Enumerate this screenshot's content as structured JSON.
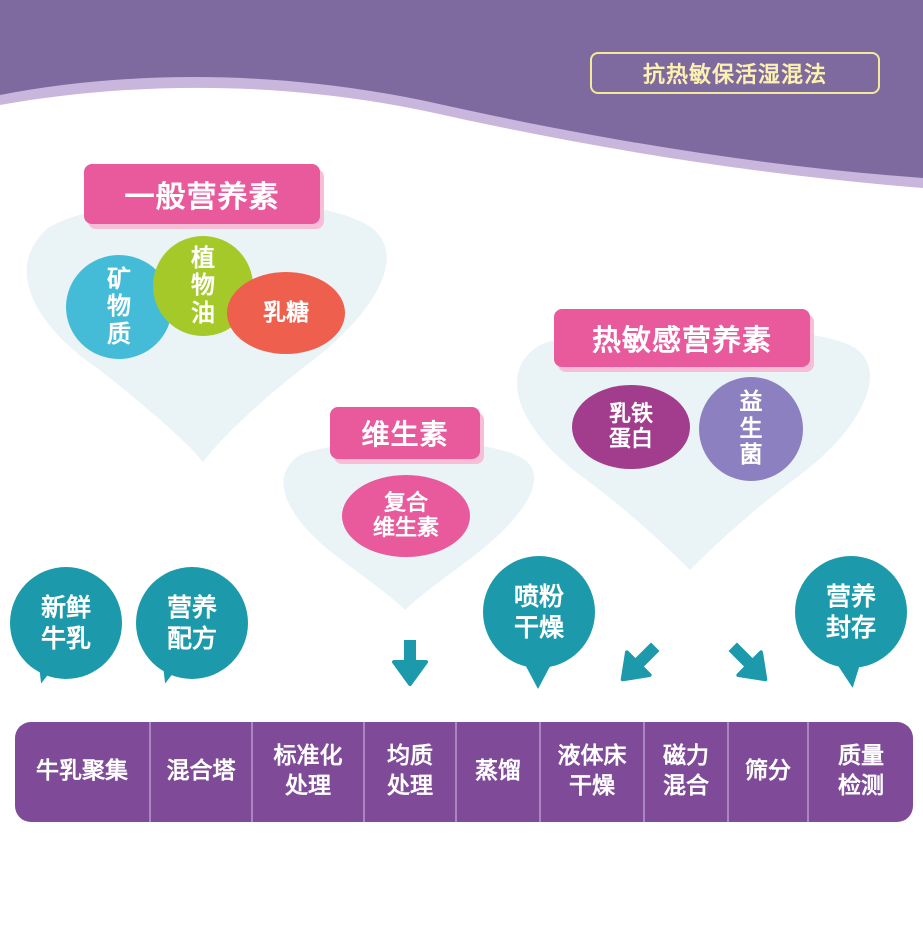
{
  "header": {
    "badge": "抗热敏保活湿混法"
  },
  "groups": {
    "general": {
      "label": "一般营养素",
      "items": [
        "矿\n物\n质",
        "植\n物\n油",
        "乳糖"
      ]
    },
    "vitamin": {
      "label": "维生素",
      "items": [
        "复合\n维生素"
      ]
    },
    "heat": {
      "label": "热敏感营养素",
      "items": [
        "乳铁\n蛋白",
        "益\n生\n菌"
      ]
    }
  },
  "bubbles": [
    "新鲜\n牛乳",
    "营养\n配方",
    "喷粉\n干燥",
    "营养\n封存"
  ],
  "process_steps": [
    "牛乳聚集",
    "混合塔",
    "标准化\n处理",
    "均质\n处理",
    "蒸馏",
    "液体床\n干燥",
    "磁力\n混合",
    "筛分",
    "质量\n检测"
  ],
  "colors": {
    "header_purple": "#7f6a9f",
    "pink": "#e85a9c",
    "teal": "#1c9aab",
    "process_purple": "#7f4b98",
    "mineral_blue": "#45bcd7",
    "oil_green": "#a4c928",
    "lactose_red": "#ef5f4e",
    "lactoferrin_purple": "#a23d8e",
    "probiotic_violet": "#8d80c0"
  }
}
